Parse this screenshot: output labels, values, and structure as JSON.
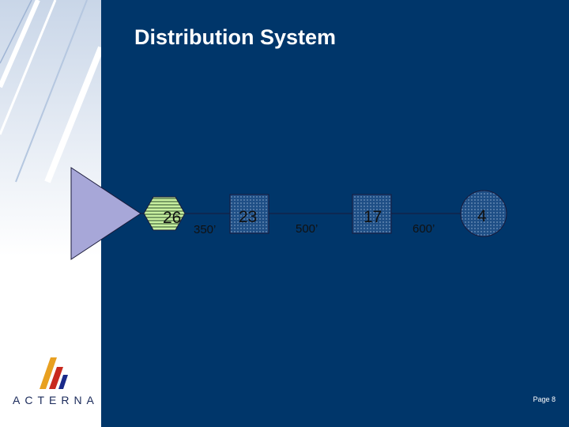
{
  "slide": {
    "title": "Distribution System",
    "page_label": "Page 8"
  },
  "brand": {
    "logo_text": "ACTERNA"
  },
  "diagram": {
    "nodes": [
      {
        "label": "26",
        "shape": "hexagon",
        "fill": "#c8f0a0",
        "pattern": "horizontal-stripes"
      },
      {
        "label": "23",
        "shape": "square",
        "fill": "#2a5a8c",
        "pattern": "dotted"
      },
      {
        "label": "17",
        "shape": "square",
        "fill": "#2a5a8c",
        "pattern": "dotted"
      },
      {
        "label": "4",
        "shape": "circle",
        "fill": "#2a5a8c",
        "pattern": "dotted"
      }
    ],
    "segments": [
      {
        "label": "350’"
      },
      {
        "label": "500’"
      },
      {
        "label": "600’"
      }
    ]
  },
  "colors": {
    "background": "#00366a",
    "sidebar": "#ffffff",
    "amplifier_fill": "#a7a7d8"
  }
}
